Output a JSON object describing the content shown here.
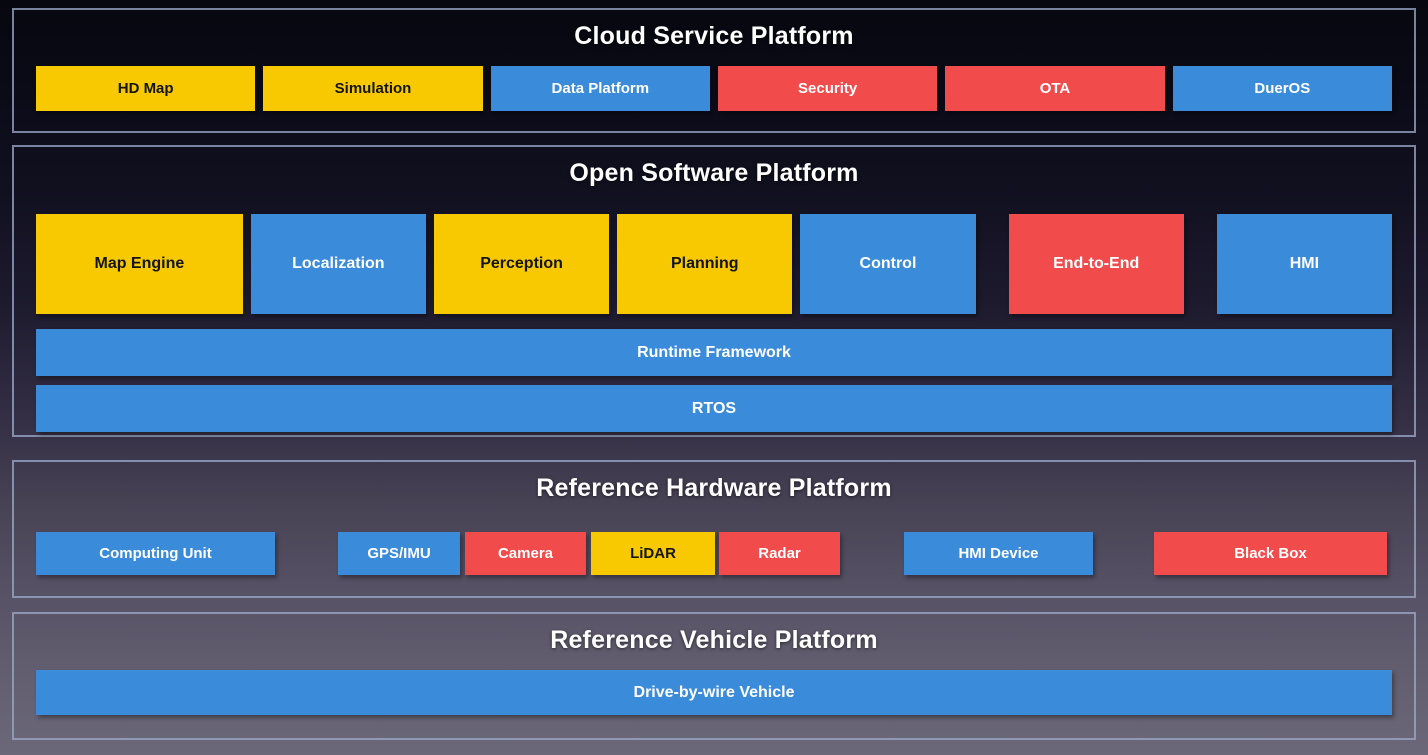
{
  "colors": {
    "yellow": "#F8C901",
    "blue": "#3A8CDB",
    "red": "#F14B4B",
    "section_border": "#9AA6C6",
    "title_text": "#FFFFFF"
  },
  "sections": {
    "cloud": {
      "title": "Cloud Service Platform",
      "boxes": [
        {
          "label": "HD Map",
          "color": "yellow"
        },
        {
          "label": "Simulation",
          "color": "yellow"
        },
        {
          "label": "Data Platform",
          "color": "blue"
        },
        {
          "label": "Security",
          "color": "red"
        },
        {
          "label": "OTA",
          "color": "red"
        },
        {
          "label": "DuerOS",
          "color": "blue"
        }
      ]
    },
    "software": {
      "title": "Open Software Platform",
      "modules": [
        {
          "label": "Map Engine",
          "color": "yellow"
        },
        {
          "label": "Localization",
          "color": "blue"
        },
        {
          "label": "Perception",
          "color": "yellow"
        },
        {
          "label": "Planning",
          "color": "yellow"
        },
        {
          "label": "Control",
          "color": "blue"
        },
        {
          "label": "End-to-End",
          "color": "red"
        },
        {
          "label": "HMI",
          "color": "blue"
        }
      ],
      "bars": [
        {
          "label": "Runtime Framework",
          "color": "blue"
        },
        {
          "label": "RTOS",
          "color": "blue"
        }
      ]
    },
    "hardware": {
      "title": "Reference Hardware Platform",
      "boxes": [
        {
          "label": "Computing Unit",
          "color": "blue"
        },
        {
          "label": "GPS/IMU",
          "color": "blue"
        },
        {
          "label": "Camera",
          "color": "red"
        },
        {
          "label": "LiDAR",
          "color": "yellow"
        },
        {
          "label": "Radar",
          "color": "red"
        },
        {
          "label": "HMI Device",
          "color": "blue"
        },
        {
          "label": "Black Box",
          "color": "red"
        }
      ]
    },
    "vehicle": {
      "title": "Reference Vehicle Platform",
      "bars": [
        {
          "label": "Drive-by-wire Vehicle",
          "color": "blue"
        }
      ]
    }
  }
}
